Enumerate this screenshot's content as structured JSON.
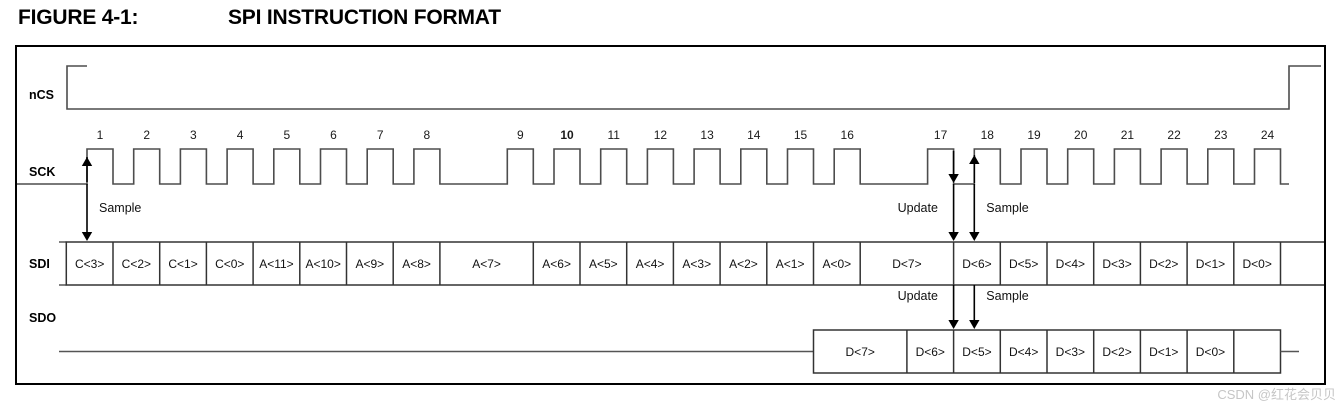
{
  "figure": {
    "label": "FIGURE 4-1:",
    "title": "SPI INSTRUCTION FORMAT"
  },
  "signals": {
    "ncs": "nCS",
    "sck": "SCK",
    "sdi": "SDI",
    "sdo": "SDO"
  },
  "annotations": {
    "sample_sdi_first": "Sample",
    "update_sdi": "Update",
    "sample_sdi_second": "Sample",
    "update_sdo": "Update",
    "sample_sdo": "Sample"
  },
  "clock_numbers": [
    "1",
    "2",
    "3",
    "4",
    "5",
    "6",
    "7",
    "8",
    "9",
    "10",
    "11",
    "12",
    "13",
    "14",
    "15",
    "16",
    "17",
    "18",
    "19",
    "20",
    "21",
    "22",
    "23",
    "24"
  ],
  "bold_clock_numbers": [
    "10"
  ],
  "sdi_cells": [
    {
      "label": "C<3>",
      "span": 1
    },
    {
      "label": "C<2>",
      "span": 1
    },
    {
      "label": "C<1>",
      "span": 1
    },
    {
      "label": "C<0>",
      "span": 1
    },
    {
      "label": "A<11>",
      "span": 1
    },
    {
      "label": "A<10>",
      "span": 1
    },
    {
      "label": "A<9>",
      "span": 1
    },
    {
      "label": "A<8>",
      "span": 1
    },
    {
      "label": "A<7>",
      "span": 2
    },
    {
      "label": "A<6>",
      "span": 1
    },
    {
      "label": "A<5>",
      "span": 1
    },
    {
      "label": "A<4>",
      "span": 1
    },
    {
      "label": "A<3>",
      "span": 1
    },
    {
      "label": "A<2>",
      "span": 1
    },
    {
      "label": "A<1>",
      "span": 1
    },
    {
      "label": "A<0>",
      "span": 1
    },
    {
      "label": "D<7>",
      "span": 2
    },
    {
      "label": "D<6>",
      "span": 1
    },
    {
      "label": "D<5>",
      "span": 1
    },
    {
      "label": "D<4>",
      "span": 1
    },
    {
      "label": "D<3>",
      "span": 1
    },
    {
      "label": "D<2>",
      "span": 1
    },
    {
      "label": "D<1>",
      "span": 1
    },
    {
      "label": "D<0>",
      "span": 1
    },
    {
      "label": "",
      "span": 1
    }
  ],
  "sdo_cells": [
    {
      "label": "D<7>",
      "span": 2
    },
    {
      "label": "D<6>",
      "span": 1
    },
    {
      "label": "D<5>",
      "span": 1
    },
    {
      "label": "D<4>",
      "span": 1
    },
    {
      "label": "D<3>",
      "span": 1
    },
    {
      "label": "D<2>",
      "span": 1
    },
    {
      "label": "D<1>",
      "span": 1
    },
    {
      "label": "D<0>",
      "span": 1
    },
    {
      "label": "",
      "span": 1
    }
  ],
  "colors": {
    "wave": "#4d4d4d",
    "box": "#333333",
    "text": "#111111",
    "watermark": "#c6c6c6"
  },
  "watermark": "CSDN @红花会贝贝"
}
